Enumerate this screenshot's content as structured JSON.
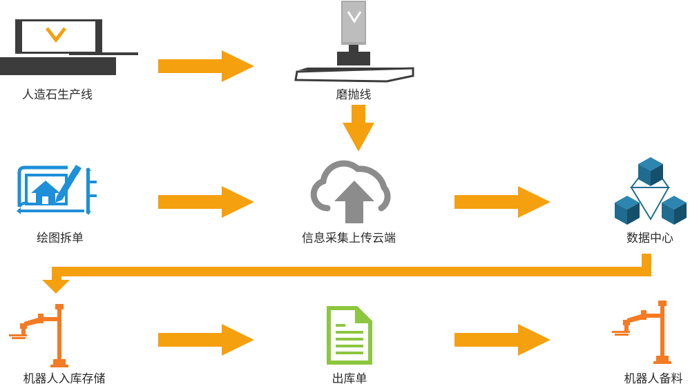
{
  "nodes": {
    "production_line": "人造石生产线",
    "polishing_line": "磨抛线",
    "drawing": "绘图拆单",
    "cloud_upload": "信息采集上传云端",
    "data_center": "数据中心",
    "robot_storage": "机器人入库存储",
    "outbound_order": "出库单",
    "robot_prep": "机器人备料"
  },
  "colors": {
    "arrow": "#F5A00F",
    "robot": "#F47A24",
    "drawing_icon": "#1E8FD9",
    "cloud": "#8C8C8C",
    "data_center": "#1F6C90",
    "document": "#8DC63F",
    "machine_dark": "#3C3C3C",
    "logo": "#F5A00F"
  },
  "icons": {
    "production_line": "monitor-production-line-icon",
    "polishing_line": "polishing-machine-icon",
    "drawing": "blueprint-house-icon",
    "cloud_upload": "cloud-upload-icon",
    "data_center": "cube-network-icon",
    "robot_storage": "robot-arm-icon",
    "outbound_order": "document-icon",
    "robot_prep": "robot-arm-icon"
  }
}
